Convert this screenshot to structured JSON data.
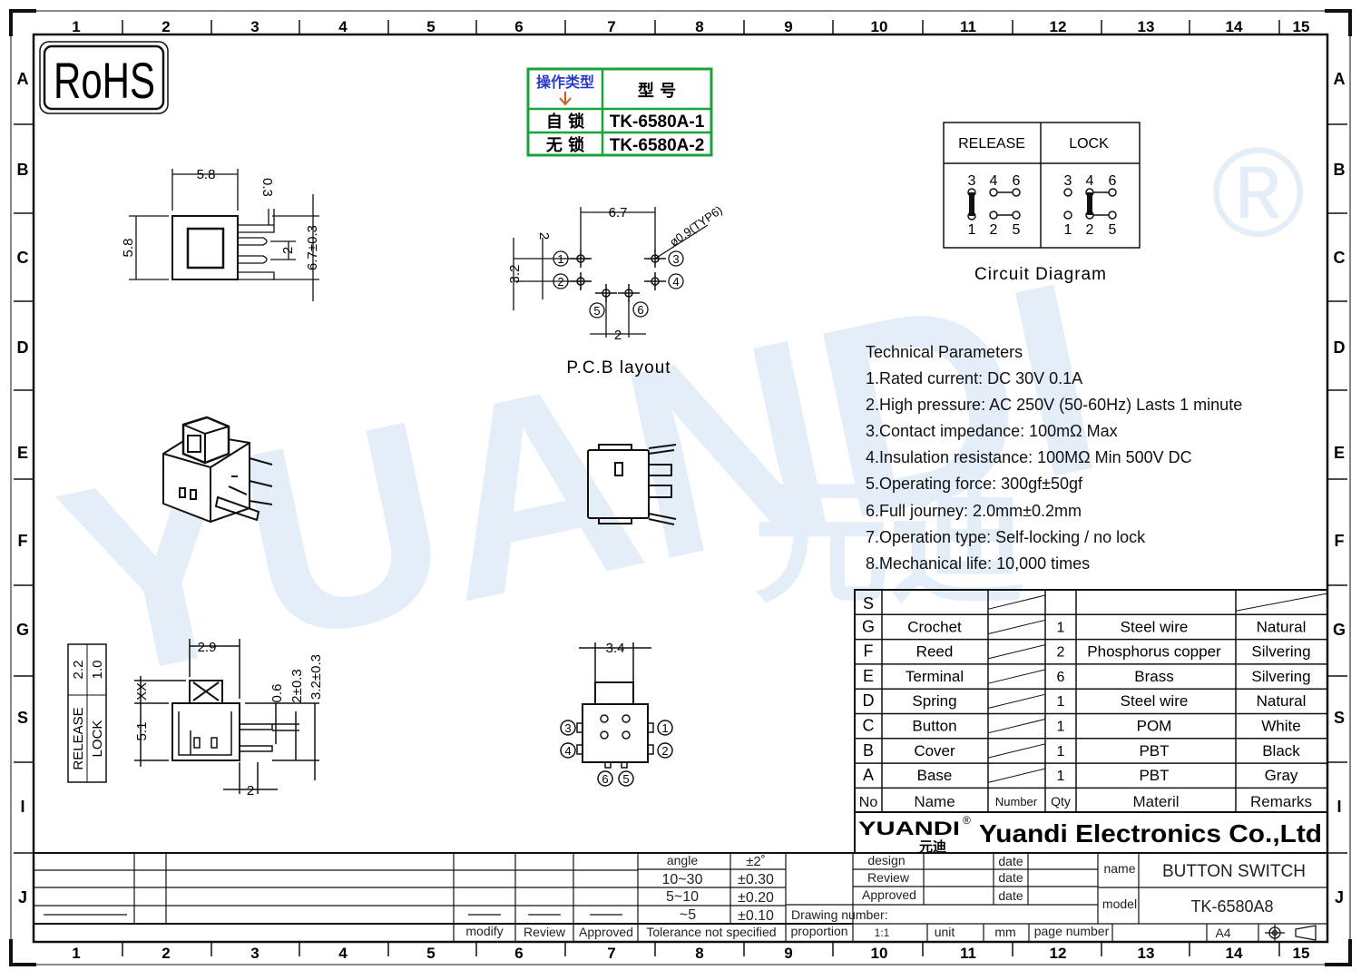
{
  "grid": {
    "cols": [
      "1",
      "2",
      "3",
      "4",
      "5",
      "6",
      "7",
      "8",
      "9",
      "10",
      "11",
      "12",
      "13",
      "14",
      "15"
    ],
    "rows": [
      "A",
      "B",
      "C",
      "D",
      "E",
      "F",
      "G",
      "S",
      "I",
      "J"
    ]
  },
  "rohs": "RoHS",
  "watermark": {
    "text": "YUANDI",
    "registered": "®",
    "cn": "元迪"
  },
  "model_table": {
    "header_left": "操作类型",
    "header_right": "型  号",
    "rows": [
      {
        "type": "自 锁",
        "model": "TK-6580A-1"
      },
      {
        "type": "无 锁",
        "model": "TK-6580A-2"
      }
    ]
  },
  "circuit": {
    "release": "RELEASE",
    "lock": "LOCK",
    "caption": "Circuit  Diagram",
    "top_pins": [
      "3",
      "4",
      "6"
    ],
    "bottom_pins": [
      "1",
      "2",
      "5"
    ]
  },
  "top_view_dims": {
    "w": "5.8",
    "t": "0.3",
    "h": "5.8",
    "pitch": "2",
    "total": "6.7±0.3"
  },
  "pcb": {
    "caption": "P.C.B  layout",
    "dim_67": "6.7",
    "dim_hole": "ø0.9(TYP6)",
    "dim_2v": "2",
    "dim_32": "3.2",
    "dim_2h": "2",
    "pins": [
      "1",
      "2",
      "3",
      "4",
      "5",
      "6"
    ]
  },
  "tech": {
    "title": "Technical Parameters",
    "items": [
      "1.Rated current: DC 30V 0.1A",
      "2.High pressure: AC 250V  (50-60Hz)  Lasts 1 minute",
      "3.Contact impedance: 100mΩ Max",
      "4.Insulation resistance: 100MΩ Min 500V DC",
      "5.Operating force: 300gf±50gf",
      "6.Full journey: 2.0mm±0.2mm",
      "7.Operation type: Self-locking / no lock",
      "8.Mechanical life: 10,000 times"
    ]
  },
  "side_view_dims": {
    "d29": "2.9",
    "xx": "XX",
    "d51": "5.1",
    "d06": "0.6",
    "d20": "2±0.3",
    "d32": "3.2±0.3",
    "d2": "2"
  },
  "travel_table": {
    "r1": "2.2",
    "r2": "1.0",
    "c1": "RELEASE",
    "c2": "LOCK"
  },
  "bottom_view": {
    "d34": "3.4",
    "pins": [
      "1",
      "2",
      "3",
      "4",
      "5",
      "6"
    ]
  },
  "bom": {
    "header": {
      "no": "No",
      "name": "Name",
      "number": "Number",
      "qty": "Qty",
      "material": "Materil",
      "remarks": "Remarks"
    },
    "s_row": "S",
    "rows": [
      {
        "no": "G",
        "name": "Crochet",
        "qty": "1",
        "material": "Steel wire",
        "remarks": "Natural"
      },
      {
        "no": "F",
        "name": "Reed",
        "qty": "2",
        "material": "Phosphorus copper",
        "remarks": "Silvering"
      },
      {
        "no": "E",
        "name": "Terminal",
        "qty": "6",
        "material": "Brass",
        "remarks": "Silvering"
      },
      {
        "no": "D",
        "name": "Spring",
        "qty": "1",
        "material": "Steel wire",
        "remarks": "Natural"
      },
      {
        "no": "C",
        "name": "Button",
        "qty": "1",
        "material": "POM",
        "remarks": "White"
      },
      {
        "no": "B",
        "name": "Cover",
        "qty": "1",
        "material": "PBT",
        "remarks": "Black"
      },
      {
        "no": "A",
        "name": "Base",
        "qty": "1",
        "material": "PBT",
        "remarks": "Gray"
      }
    ]
  },
  "company": {
    "logo": "YUANDI",
    "logo_cn": "元迪",
    "reg": "®",
    "name": "Yuandi Electronics Co.,Ltd"
  },
  "title_block": {
    "angle": "angle",
    "angle_tol": "±2˚",
    "r1": "10~30",
    "r1_tol": "±0.30",
    "r2": "5~10",
    "r2_tol": "±0.20",
    "r3": "~5",
    "r3_tol": "±0.10",
    "modify": "modify",
    "review": "Review",
    "approved": "Approved",
    "tolerance": "Tolerance not specified",
    "proportion": "proportion",
    "design": "design",
    "review2": "Review",
    "approved2": "Approved",
    "date": "date",
    "drawing_number": "Drawing number:",
    "scale": "1:1",
    "unit": "unit",
    "mm": "mm",
    "page_number": "page number",
    "name_label": "name",
    "name_value": "BUTTON SWITCH",
    "model_label": "model",
    "model_value": "TK-6580A8",
    "paper": "A4"
  }
}
